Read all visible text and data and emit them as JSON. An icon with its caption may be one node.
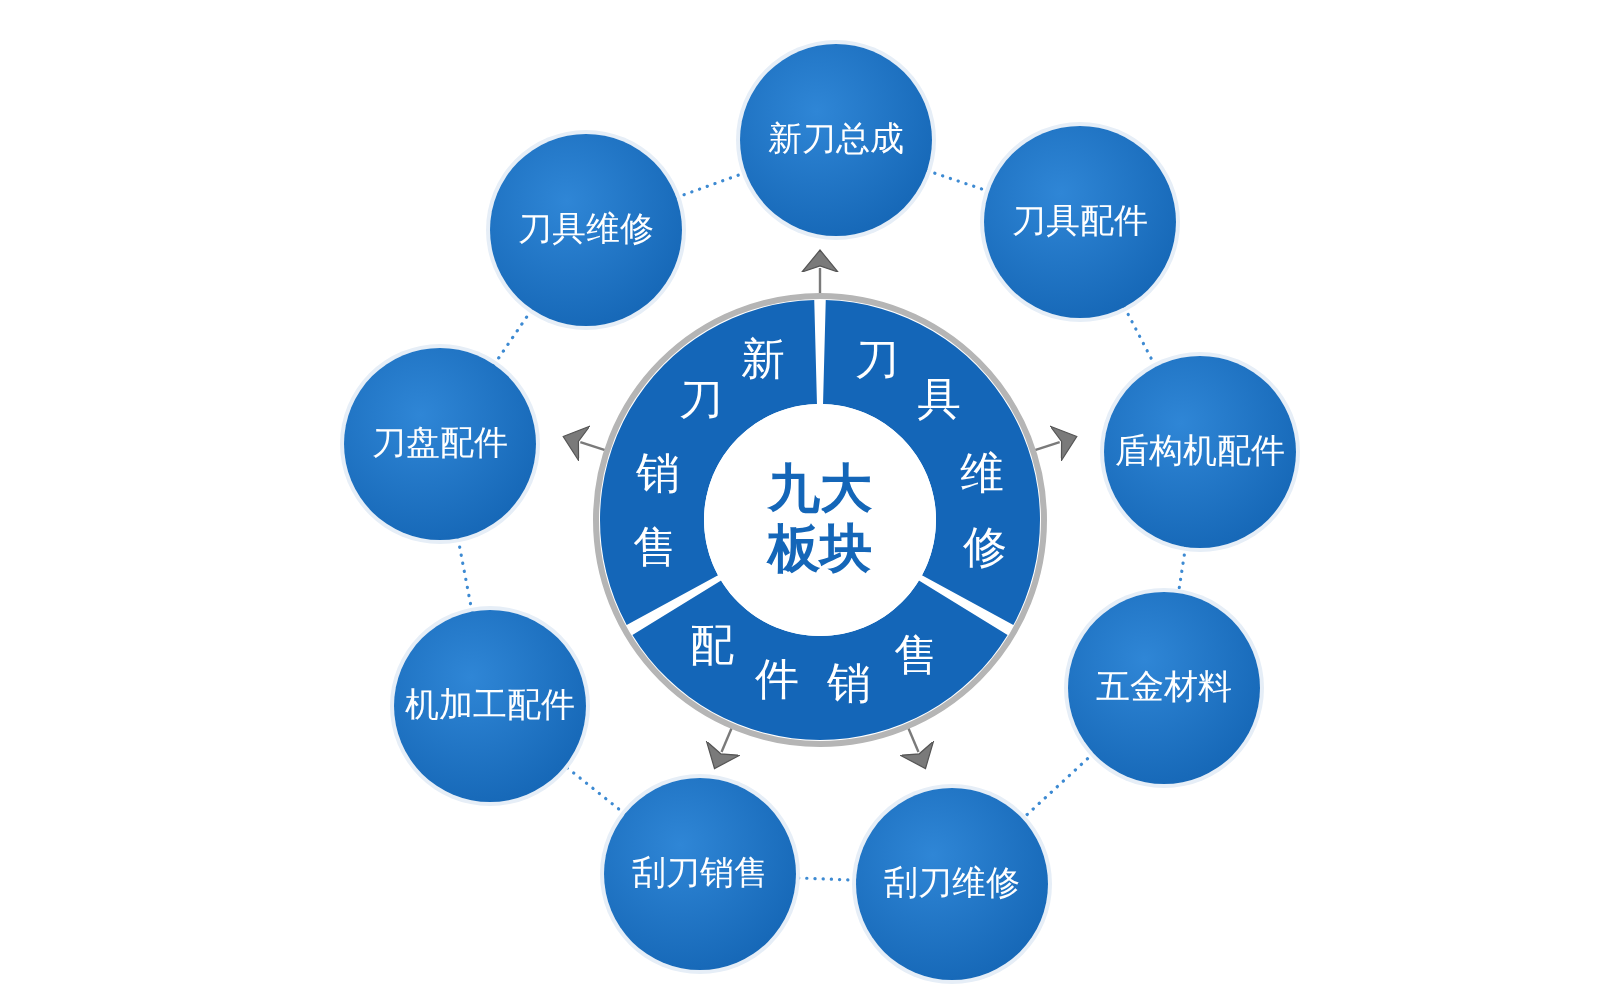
{
  "diagram": {
    "nodes": [
      {
        "text": [
          "九大板块"
        ]
      },
      {
        "text": [
          "新刀销售"
        ]
      },
      {
        "text": [
          "刀具维修"
        ]
      },
      {
        "text": [
          "配件销售"
        ]
      },
      {
        "text": [
          "新刀总成"
        ]
      },
      {
        "text": [
          "刀具配件"
        ]
      },
      {
        "text": [
          "盾构机配件"
        ]
      },
      {
        "text": [
          "五金材料"
        ]
      },
      {
        "text": [
          "刮刀维修"
        ]
      },
      {
        "text": [
          "刮刀销售"
        ]
      },
      {
        "text": [
          "机加工配件"
        ]
      },
      {
        "text": [
          "刀盘配件"
        ]
      },
      {
        "text": [
          "刀具维修"
        ]
      }
    ],
    "edges": [
      {
        "from": 4,
        "to": 5,
        "arrow": "none",
        "style": "dashed"
      },
      {
        "from": 5,
        "to": 6,
        "arrow": "none",
        "style": "dashed"
      },
      {
        "from": 6,
        "to": 7,
        "arrow": "none",
        "style": "dashed"
      },
      {
        "from": 7,
        "to": 8,
        "arrow": "none",
        "style": "dashed"
      },
      {
        "from": 8,
        "to": 9,
        "arrow": "none",
        "style": "dashed"
      },
      {
        "from": 9,
        "to": 10,
        "arrow": "none",
        "style": "dashed"
      },
      {
        "from": 10,
        "to": 11,
        "arrow": "none",
        "style": "dashed"
      },
      {
        "from": 11,
        "to": 12,
        "arrow": "none",
        "style": "dashed"
      },
      {
        "from": 12,
        "to": 4,
        "arrow": "none",
        "style": "dashed"
      },
      {
        "from": 1,
        "to": 4,
        "arrow": "to"
      },
      {
        "from": 2,
        "to": 6,
        "arrow": "to"
      },
      {
        "from": 3,
        "to": 8,
        "arrow": "to"
      },
      {
        "from": 3,
        "to": 9,
        "arrow": "to"
      },
      {
        "from": 1,
        "to": 11,
        "arrow": "to"
      }
    ]
  }
}
